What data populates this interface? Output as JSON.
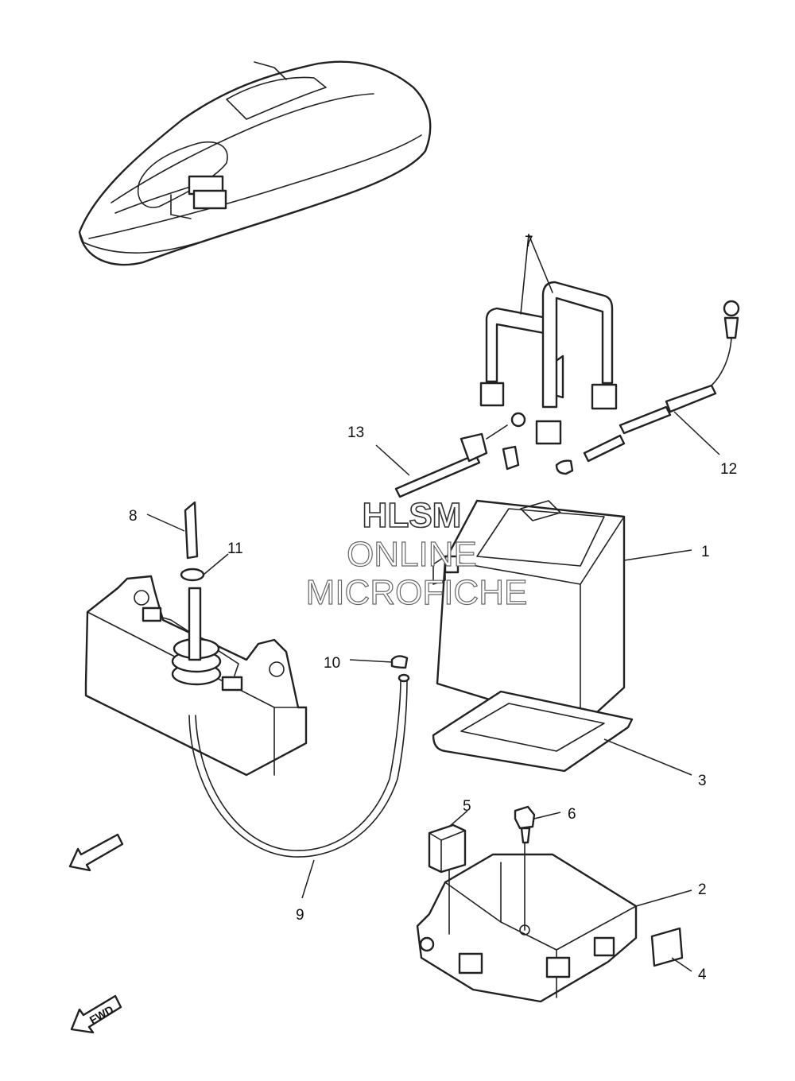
{
  "callouts": [
    "1",
    "2",
    "3",
    "4",
    "5",
    "6",
    "7",
    "8",
    "9",
    "10",
    "11",
    "12",
    "13"
  ],
  "watermark": {
    "line1": "HLSM",
    "line2": "ONLINE",
    "line3": "MICROFICHE"
  },
  "direction_label": "FWD"
}
